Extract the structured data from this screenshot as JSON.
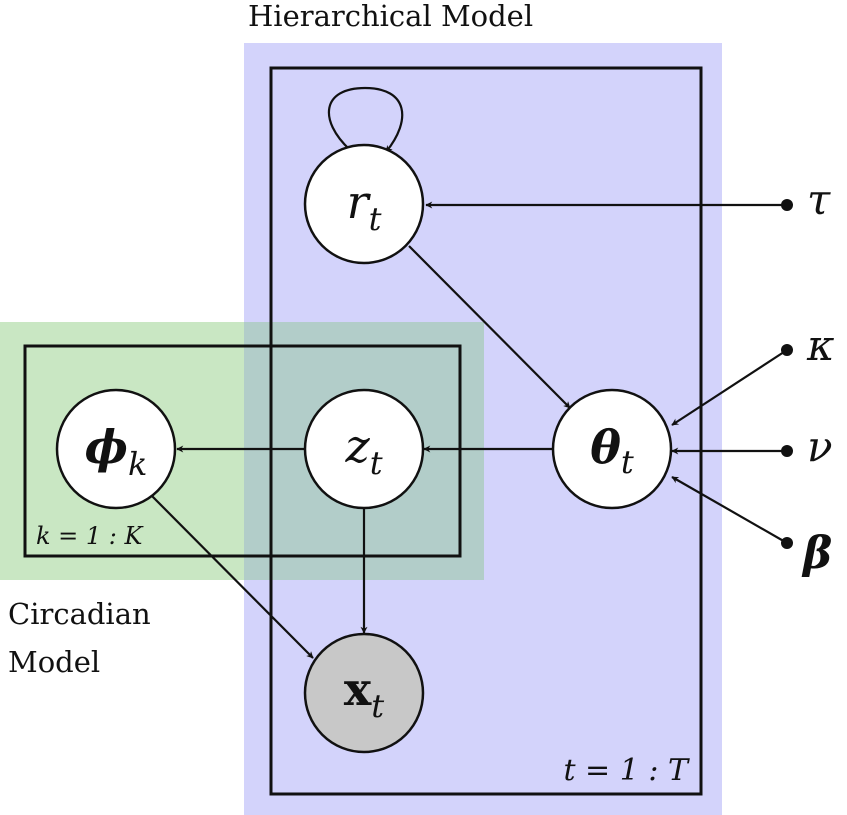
{
  "colors": {
    "hierarchical_region": "#d3d3fb",
    "circadian_region": "#c9e7c3",
    "overlap_region": "#b2cdc9",
    "observed_node": "#c8c8c8",
    "latent_node": "#ffffff",
    "ink": "#111111"
  },
  "regions": {
    "hierarchical": {
      "label": "Hierarchical Model"
    },
    "circadian": {
      "label_line1": "Circadian",
      "label_line2": "Model"
    }
  },
  "plates": {
    "time": {
      "label": "t = 1 : T"
    },
    "components": {
      "label": "k = 1 : K"
    }
  },
  "nodes": {
    "r": {
      "symbol": "r",
      "subscript": "t",
      "observed": false
    },
    "theta": {
      "symbol": "θ",
      "subscript": "t",
      "observed": false
    },
    "z": {
      "symbol": "z",
      "subscript": "t",
      "observed": false
    },
    "phi": {
      "symbol": "ϕ",
      "subscript": "k",
      "observed": false
    },
    "x": {
      "symbol": "x",
      "subscript": "t",
      "observed": true
    }
  },
  "hyperparameters": {
    "tau": "τ",
    "kappa": "κ",
    "nu": "ν",
    "beta": "β"
  },
  "edges": [
    [
      "r",
      "r"
    ],
    [
      "tau",
      "r"
    ],
    [
      "r",
      "theta"
    ],
    [
      "kappa",
      "theta"
    ],
    [
      "nu",
      "theta"
    ],
    [
      "beta",
      "theta"
    ],
    [
      "theta",
      "z"
    ],
    [
      "z",
      "phi"
    ],
    [
      "z",
      "x"
    ],
    [
      "phi",
      "x"
    ]
  ]
}
